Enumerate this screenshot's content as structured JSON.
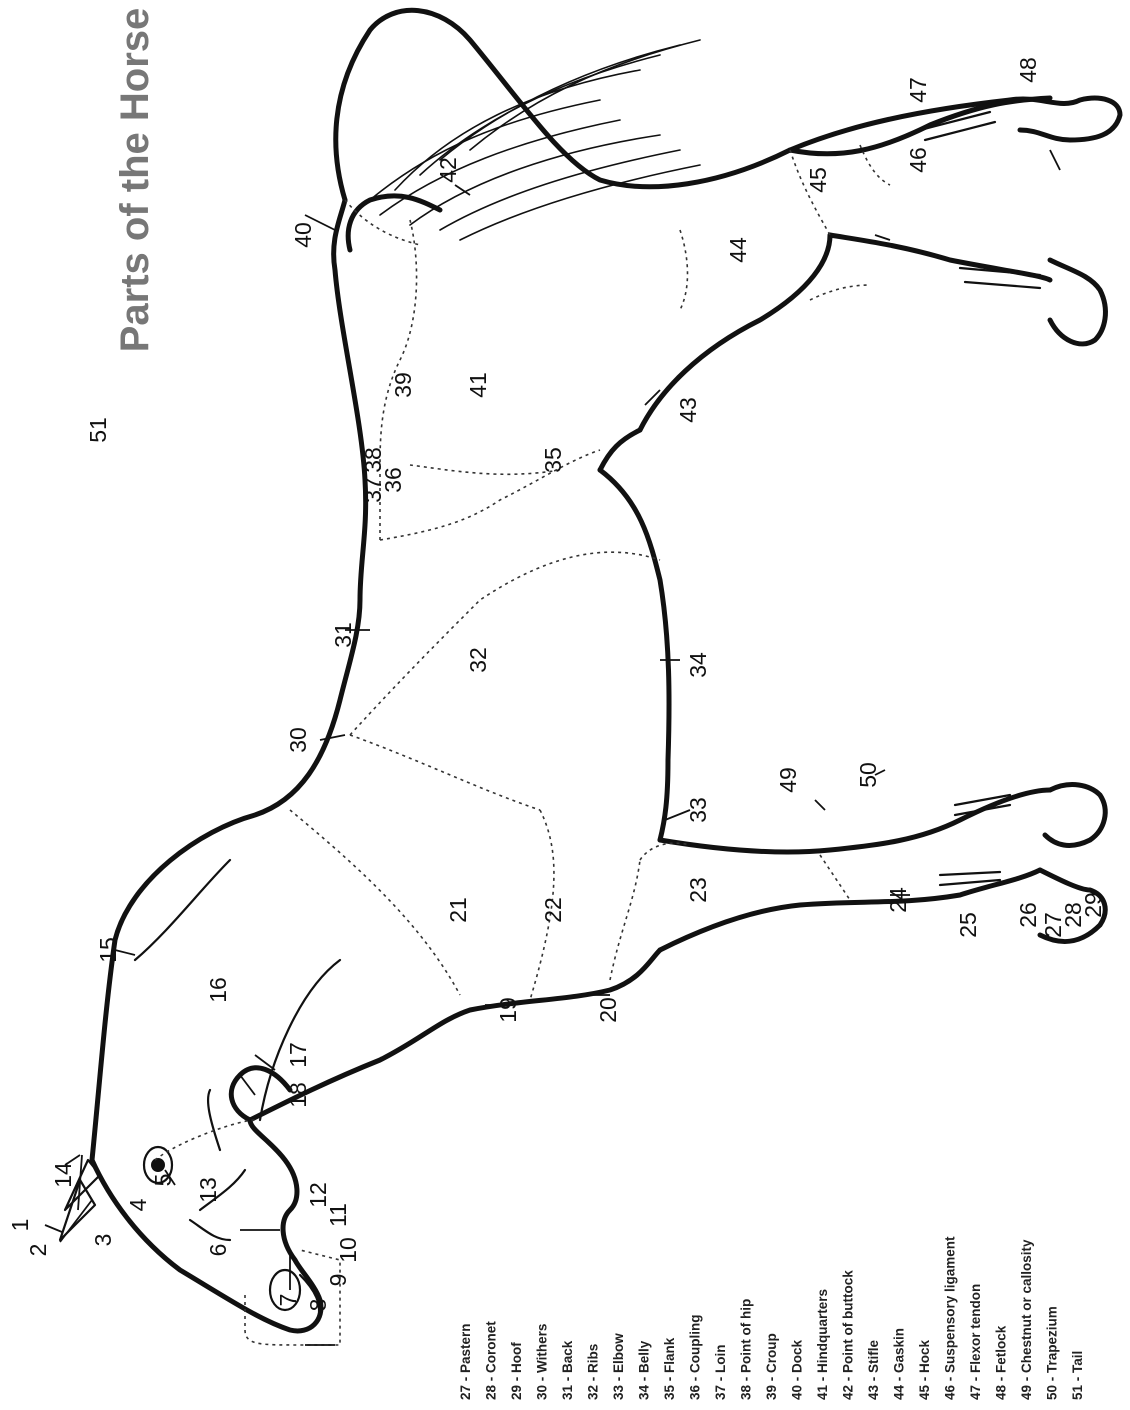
{
  "title": "Parts of the Horse",
  "diagram_numbers": [
    "1",
    "2",
    "3",
    "4",
    "5",
    "6",
    "7",
    "8",
    "9",
    "10",
    "11",
    "12",
    "13",
    "14",
    "15",
    "16",
    "17",
    "18",
    "19",
    "20",
    "21",
    "22",
    "23",
    "24",
    "25",
    "26",
    "27",
    "28",
    "29",
    "30",
    "31",
    "32",
    "33",
    "34",
    "35",
    "36",
    "37",
    "38",
    "39",
    "40",
    "41",
    "42",
    "43",
    "44",
    "45",
    "46",
    "47",
    "48",
    "49",
    "50",
    "51"
  ],
  "legend": [
    "27 - Pastern",
    "28 - Coronet",
    "29 - Hoof",
    "30 - Withers",
    "31 - Back",
    "32 - Ribs",
    "33 - Elbow",
    "34 - Belly",
    "35 - Flank",
    "36 - Coupling",
    "37 - Loin",
    "38 - Point of hip",
    "39 - Croup",
    "40 - Dock",
    "41 - Hindquarters",
    "42 - Point of buttock",
    "43 - Stifle",
    "44 - Gaskin",
    "45 - Hock",
    "46 - Suspensory ligament",
    "47 - Flexor tendon",
    "48 - Fetlock",
    "49 - Chestnut or callosity",
    "50 - Trapezium",
    "51 - Tail"
  ]
}
